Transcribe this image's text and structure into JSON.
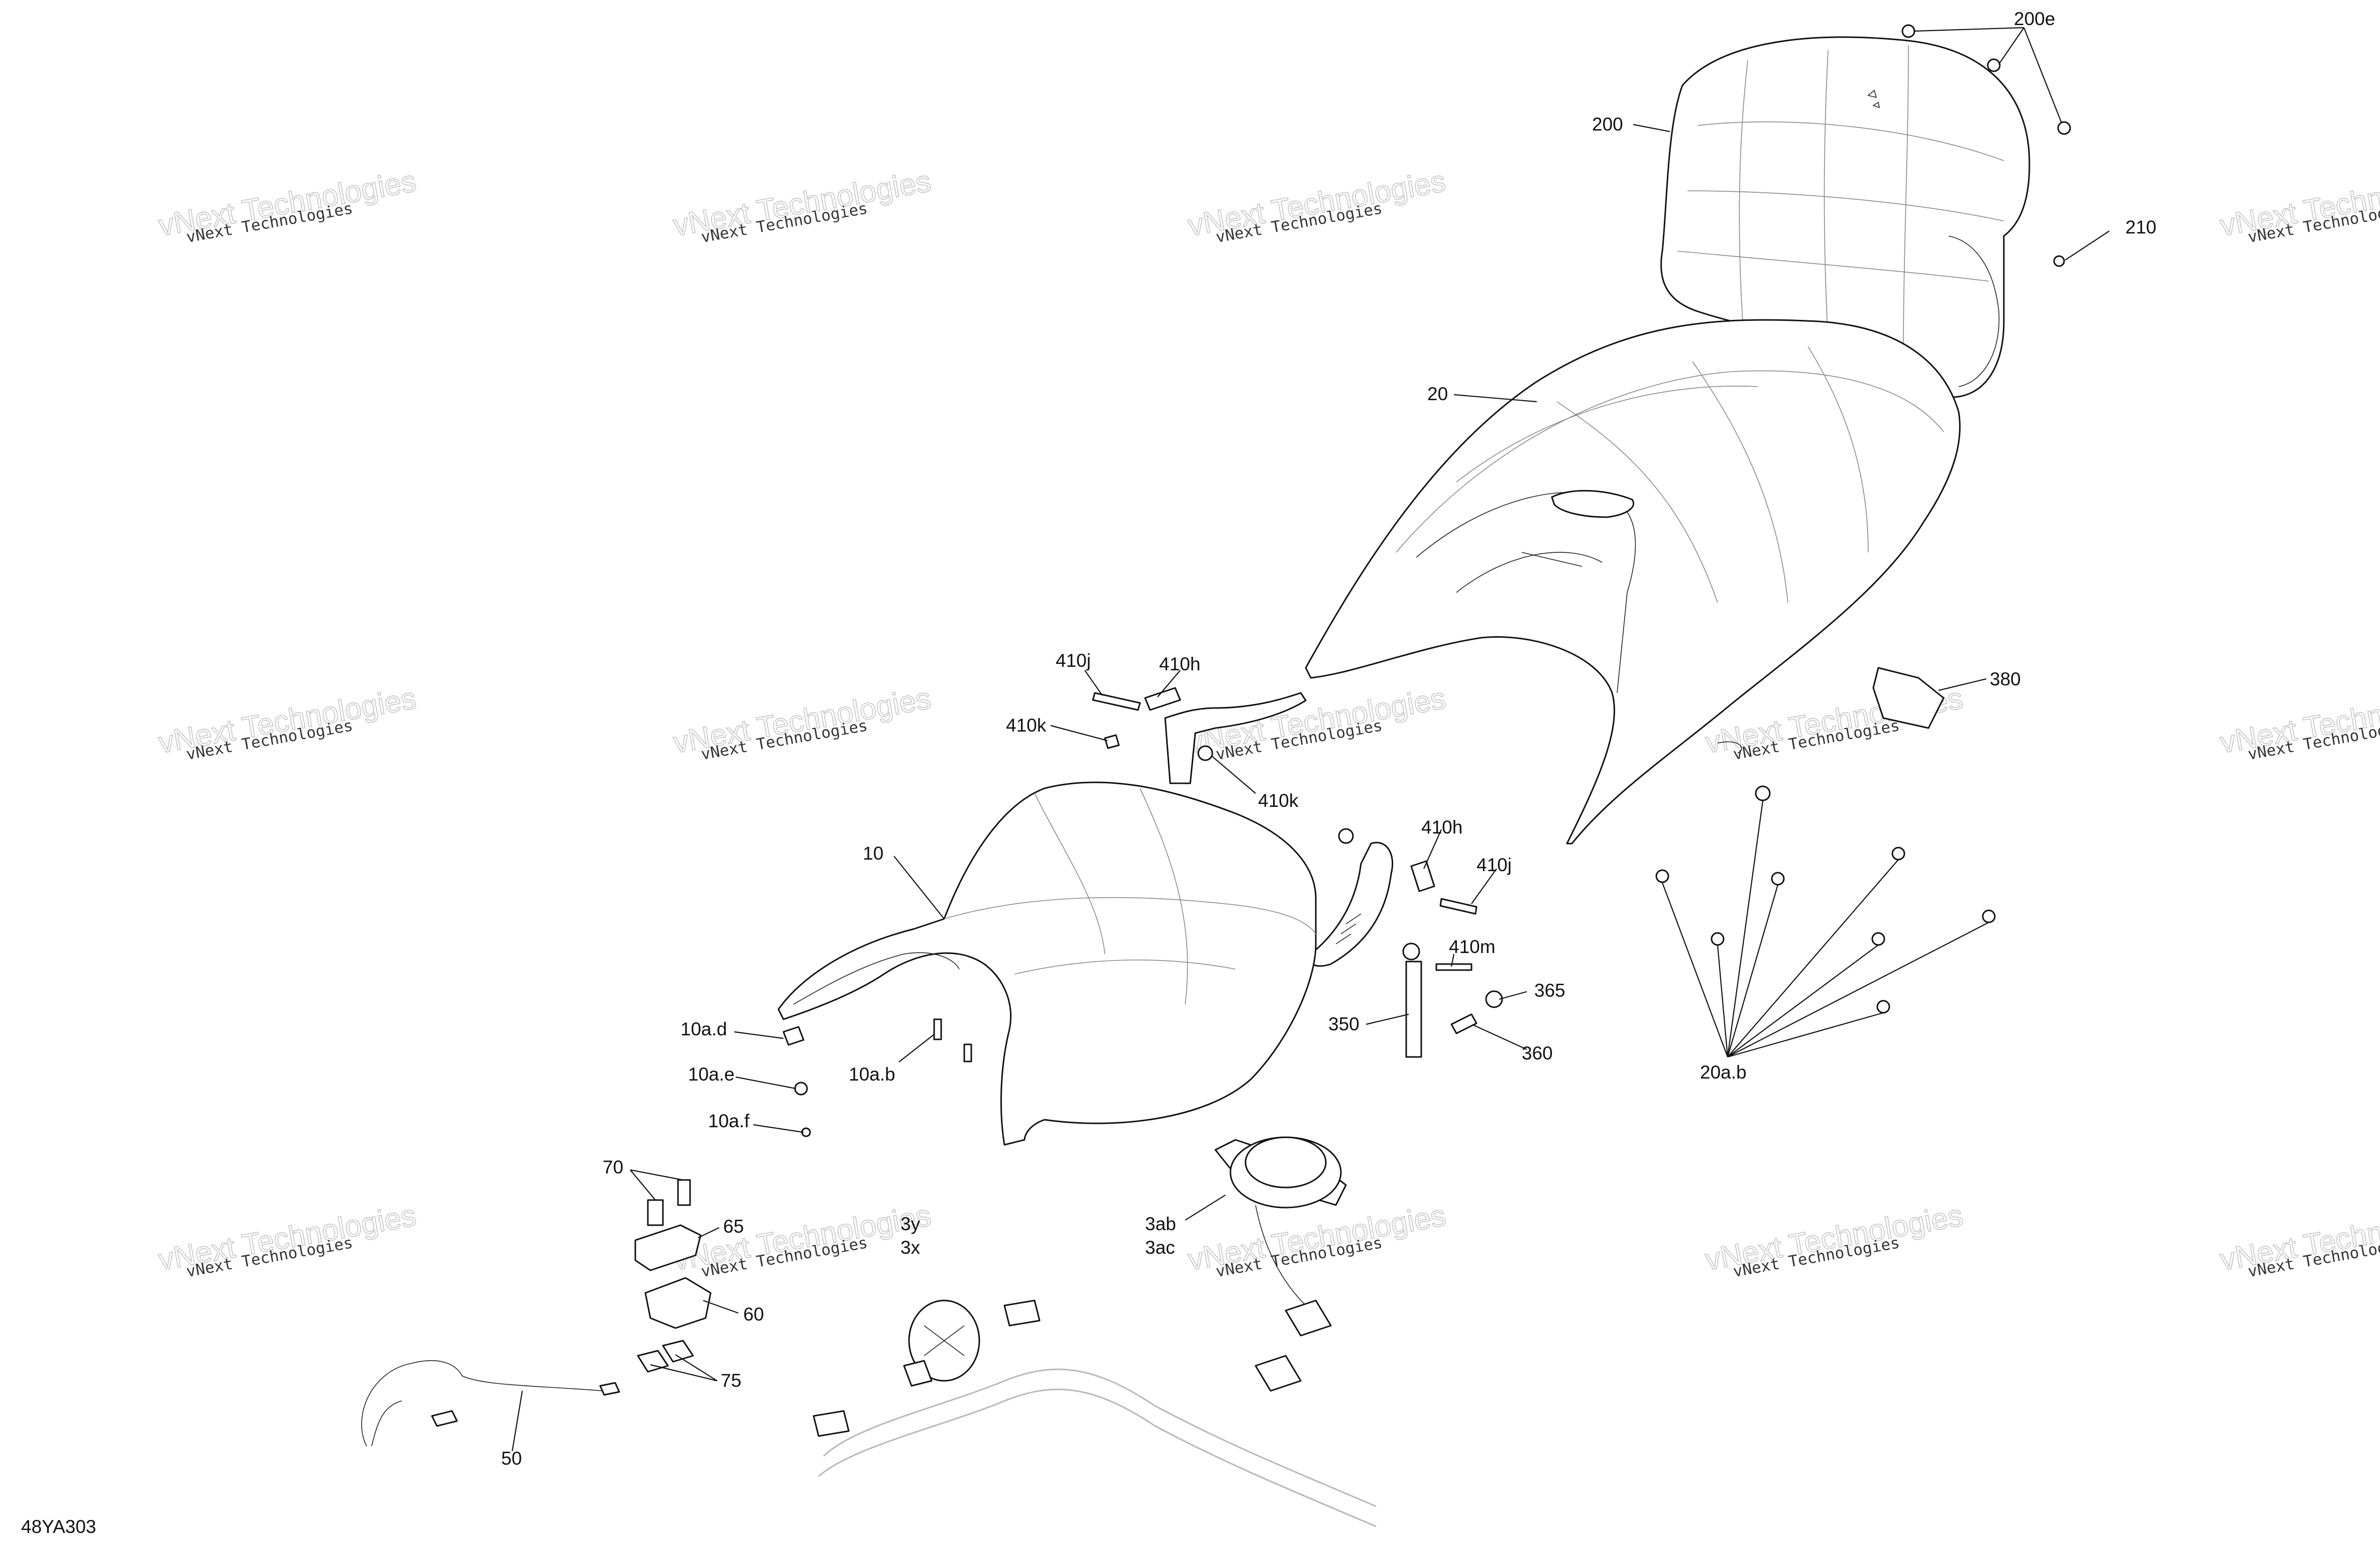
{
  "diagram_code": "48YA303",
  "watermark": {
    "line1": "vNext Technologies",
    "line2": "vNext Technologies"
  },
  "labels": {
    "p200e": "200e",
    "p200": "200",
    "p210": "210",
    "p20": "20",
    "p380": "380",
    "p410j_a": "410j",
    "p410h_a": "410h",
    "p410k_a": "410k",
    "p410k_b": "410k",
    "p410h_b": "410h",
    "p410j_b": "410j",
    "p410m": "410m",
    "p365": "365",
    "p350": "350",
    "p360": "360",
    "p10": "10",
    "p10ad": "10a.d",
    "p10ae": "10a.e",
    "p10ab": "10a.b",
    "p10af": "10a.f",
    "p20ab": "20a.b",
    "p70": "70",
    "p65": "65",
    "p60": "60",
    "p75": "75",
    "p50": "50",
    "p3y": "3y",
    "p3x": "3x",
    "p3ab": "3ab",
    "p3ac": "3ac"
  }
}
